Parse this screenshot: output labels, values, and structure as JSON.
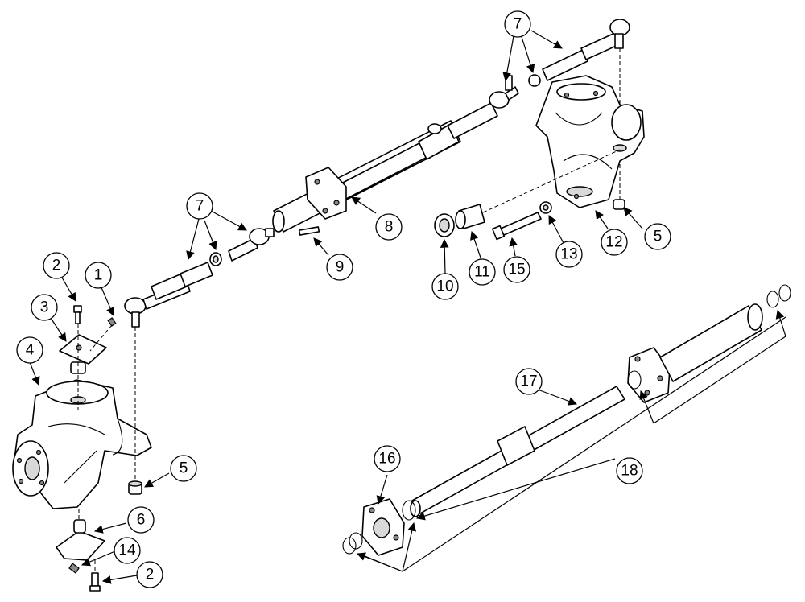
{
  "callouts": [
    {
      "id": "c1",
      "label": "1"
    },
    {
      "id": "c2a",
      "label": "2"
    },
    {
      "id": "c2b",
      "label": "2"
    },
    {
      "id": "c3",
      "label": "3"
    },
    {
      "id": "c4",
      "label": "4"
    },
    {
      "id": "c5a",
      "label": "5"
    },
    {
      "id": "c5b",
      "label": "5"
    },
    {
      "id": "c6",
      "label": "6"
    },
    {
      "id": "c7a",
      "label": "7"
    },
    {
      "id": "c7b",
      "label": "7"
    },
    {
      "id": "c8",
      "label": "8"
    },
    {
      "id": "c9",
      "label": "9"
    },
    {
      "id": "c10",
      "label": "10"
    },
    {
      "id": "c11",
      "label": "11"
    },
    {
      "id": "c12",
      "label": "12"
    },
    {
      "id": "c13",
      "label": "13"
    },
    {
      "id": "c14",
      "label": "14"
    },
    {
      "id": "c15",
      "label": "15"
    },
    {
      "id": "c16",
      "label": "16"
    },
    {
      "id": "c17",
      "label": "17"
    },
    {
      "id": "c18",
      "label": "18"
    }
  ]
}
